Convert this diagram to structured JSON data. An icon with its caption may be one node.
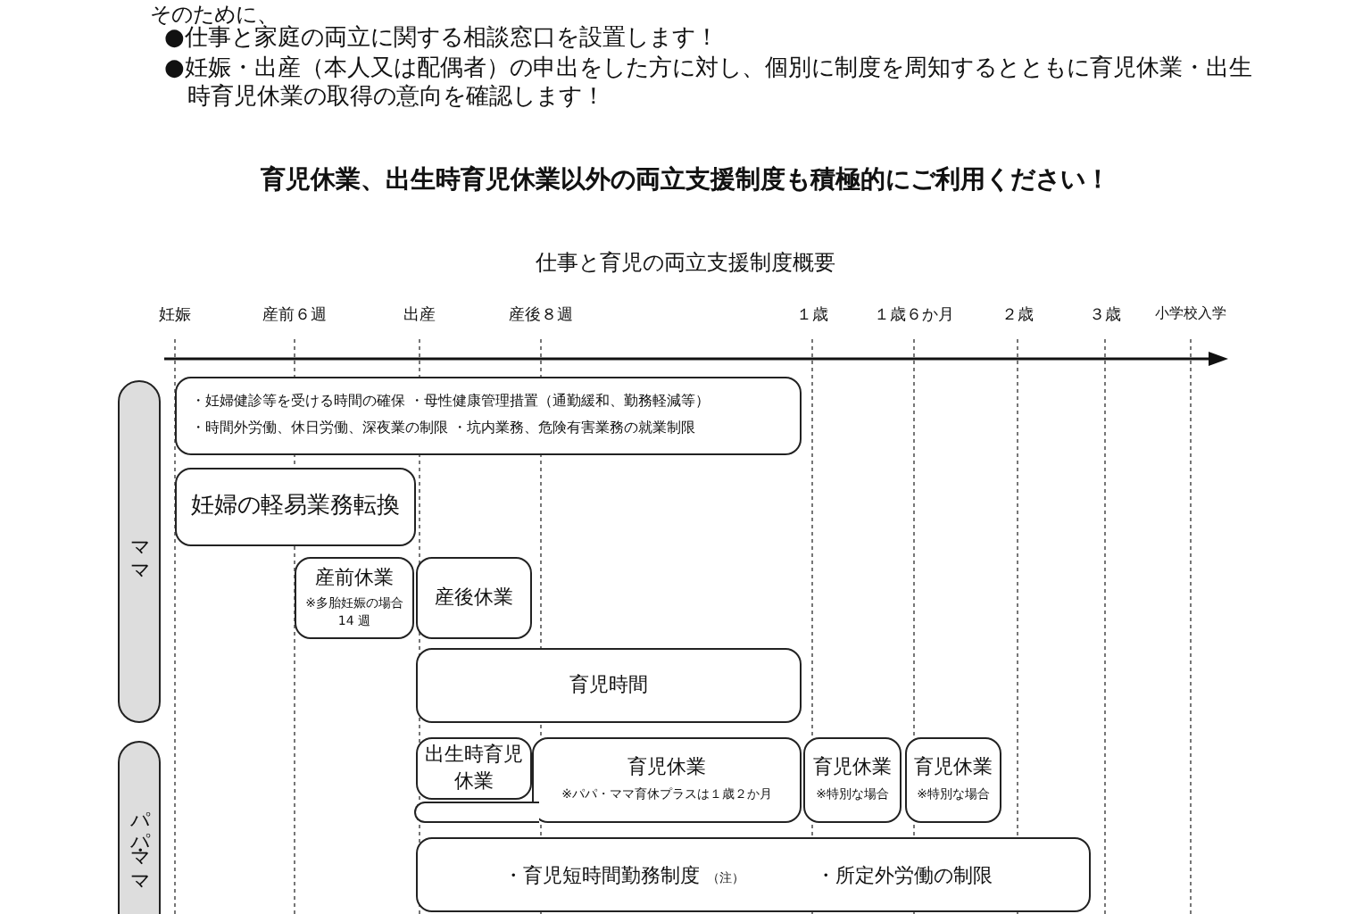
{
  "diagram": {
    "title": "仕事と育児の両立支援制度概要",
    "nodes": [
      {
        "text": [
          "ママ"
        ]
      },
      {
        "text": [
          "・妊婦健診等を受ける時間の確保 ・母性健康管理措置（通勤緩和、勤務軽減等）",
          "・時間外労働、休日労働、深夜業の制限 ・坑内業務、危険有害業務の就業制限"
        ]
      },
      {
        "text": [
          "妊婦の軽易業務転換"
        ]
      },
      {
        "text": [
          "産前休業",
          "※多胎妊娠の場合 14 週"
        ]
      },
      {
        "text": [
          "産後休業"
        ]
      },
      {
        "text": [
          "育児時間"
        ]
      },
      {
        "text": [
          "パパ・ママ"
        ]
      },
      {
        "text": [
          "出生時育児休業"
        ]
      },
      {
        "text": [
          "育児休業",
          "※パパ・ママ育休プラスは１歳２か月"
        ]
      },
      {
        "text": [
          "育児休業",
          "※特別な場合"
        ]
      },
      {
        "text": [
          "育児休業",
          "※特別な場合"
        ]
      },
      {
        "text": [
          "・育児短時間勤務制度",
          "（注）",
          "・所定外労働の制限"
        ]
      }
    ],
    "labels": [
      "そのために、",
      "●仕事と家庭の両立に関する相談窓口を設置します！",
      "●妊娠・出産（本人又は配偶者）の申出をした方に対し、個別に制度を周知するとともに育児休業・出生時育児休業の取得の意向を確認します！",
      "育児休業、出生時育児休業以外の両立支援制度も積極的にご利用ください！",
      "妊娠",
      "産前６週",
      "出産",
      "産後８週",
      "１歳",
      "１歳６か月",
      "２歳",
      "３歳",
      "小学校入学"
    ]
  }
}
